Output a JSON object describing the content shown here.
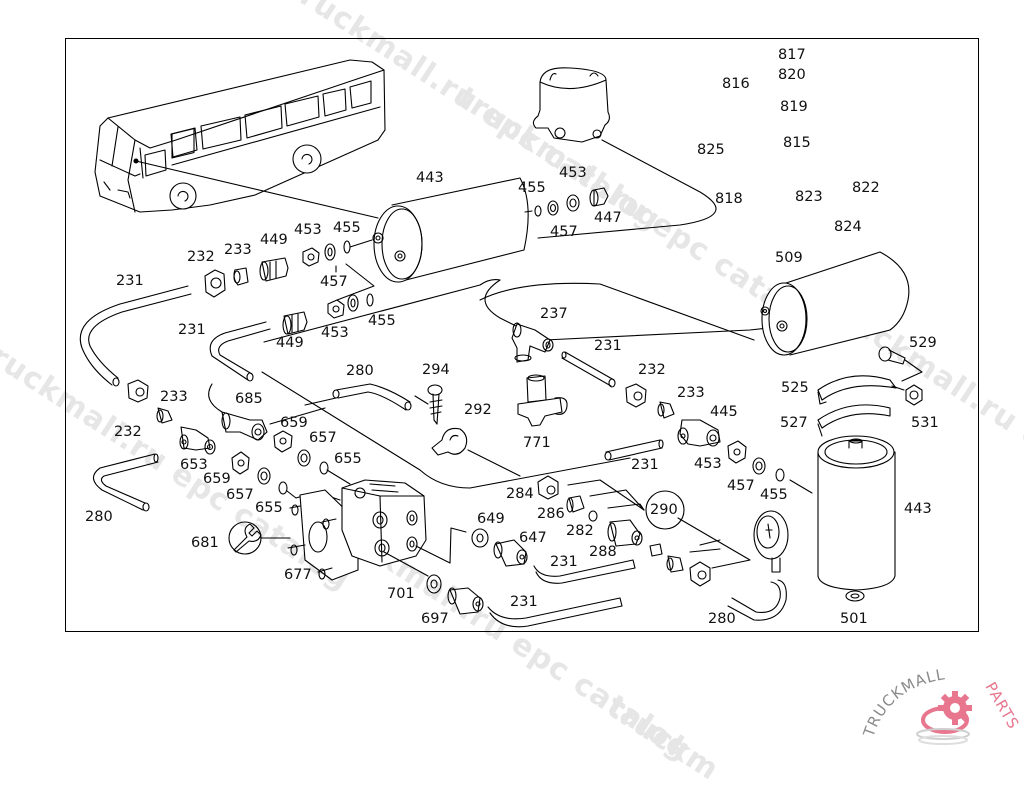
{
  "watermark": {
    "text_1": "truckmall.ru epc catalog",
    "text_2": "truckmall.ru epc catalog",
    "text_3": "truckmall.ru epc catalog",
    "text_4": "truckmall.ru epc catalog",
    "color": "#e6e6e6"
  },
  "logo": {
    "word_1": "TRUCKMALL",
    "word_2": "PARTS",
    "word_1_color": "#8a8a8a",
    "word_2_color": "#e8768f",
    "gear_color": "#e8768f",
    "icon": "gear-icon"
  },
  "callouts": [
    {
      "id": "817",
      "label": "817"
    },
    {
      "id": "820",
      "label": "820"
    },
    {
      "id": "816",
      "label": "816"
    },
    {
      "id": "819",
      "label": "819"
    },
    {
      "id": "815",
      "label": "815"
    },
    {
      "id": "825",
      "label": "825"
    },
    {
      "id": "823",
      "label": "823"
    },
    {
      "id": "822",
      "label": "822"
    },
    {
      "id": "818",
      "label": "818"
    },
    {
      "id": "824",
      "label": "824"
    },
    {
      "id": "443a",
      "label": "443"
    },
    {
      "id": "455a",
      "label": "455"
    },
    {
      "id": "453a",
      "label": "453"
    },
    {
      "id": "447",
      "label": "447"
    },
    {
      "id": "457a",
      "label": "457"
    },
    {
      "id": "232a",
      "label": "232"
    },
    {
      "id": "233a",
      "label": "233"
    },
    {
      "id": "449a",
      "label": "449"
    },
    {
      "id": "453b",
      "label": "453"
    },
    {
      "id": "455b",
      "label": "455"
    },
    {
      "id": "457b",
      "label": "457"
    },
    {
      "id": "455c",
      "label": "455"
    },
    {
      "id": "453c",
      "label": "453"
    },
    {
      "id": "449b",
      "label": "449"
    },
    {
      "id": "231a",
      "label": "231"
    },
    {
      "id": "231b",
      "label": "231"
    },
    {
      "id": "509",
      "label": "509"
    },
    {
      "id": "237",
      "label": "237"
    },
    {
      "id": "231c",
      "label": "231"
    },
    {
      "id": "529",
      "label": "529"
    },
    {
      "id": "280a",
      "label": "280"
    },
    {
      "id": "294",
      "label": "294"
    },
    {
      "id": "292",
      "label": "292"
    },
    {
      "id": "771",
      "label": "771"
    },
    {
      "id": "232b",
      "label": "232"
    },
    {
      "id": "233b",
      "label": "233"
    },
    {
      "id": "525",
      "label": "525"
    },
    {
      "id": "531",
      "label": "531"
    },
    {
      "id": "527",
      "label": "527"
    },
    {
      "id": "445",
      "label": "445"
    },
    {
      "id": "233c",
      "label": "233"
    },
    {
      "id": "685",
      "label": "685"
    },
    {
      "id": "232c",
      "label": "232"
    },
    {
      "id": "659a",
      "label": "659"
    },
    {
      "id": "657a",
      "label": "657"
    },
    {
      "id": "653",
      "label": "653"
    },
    {
      "id": "655a",
      "label": "655"
    },
    {
      "id": "659b",
      "label": "659"
    },
    {
      "id": "231d",
      "label": "231"
    },
    {
      "id": "453d",
      "label": "453"
    },
    {
      "id": "457c",
      "label": "457"
    },
    {
      "id": "455d",
      "label": "455"
    },
    {
      "id": "657b",
      "label": "657"
    },
    {
      "id": "284",
      "label": "284"
    },
    {
      "id": "443b",
      "label": "443"
    },
    {
      "id": "655b",
      "label": "655"
    },
    {
      "id": "286",
      "label": "286"
    },
    {
      "id": "290",
      "label": "290"
    },
    {
      "id": "280b",
      "label": "280"
    },
    {
      "id": "282",
      "label": "282"
    },
    {
      "id": "649",
      "label": "649"
    },
    {
      "id": "681",
      "label": "681"
    },
    {
      "id": "647",
      "label": "647"
    },
    {
      "id": "288",
      "label": "288"
    },
    {
      "id": "231e",
      "label": "231"
    },
    {
      "id": "677",
      "label": "677"
    },
    {
      "id": "701",
      "label": "701"
    },
    {
      "id": "231f",
      "label": "231"
    },
    {
      "id": "697",
      "label": "697"
    },
    {
      "id": "280c",
      "label": "280"
    },
    {
      "id": "501",
      "label": "501"
    }
  ]
}
